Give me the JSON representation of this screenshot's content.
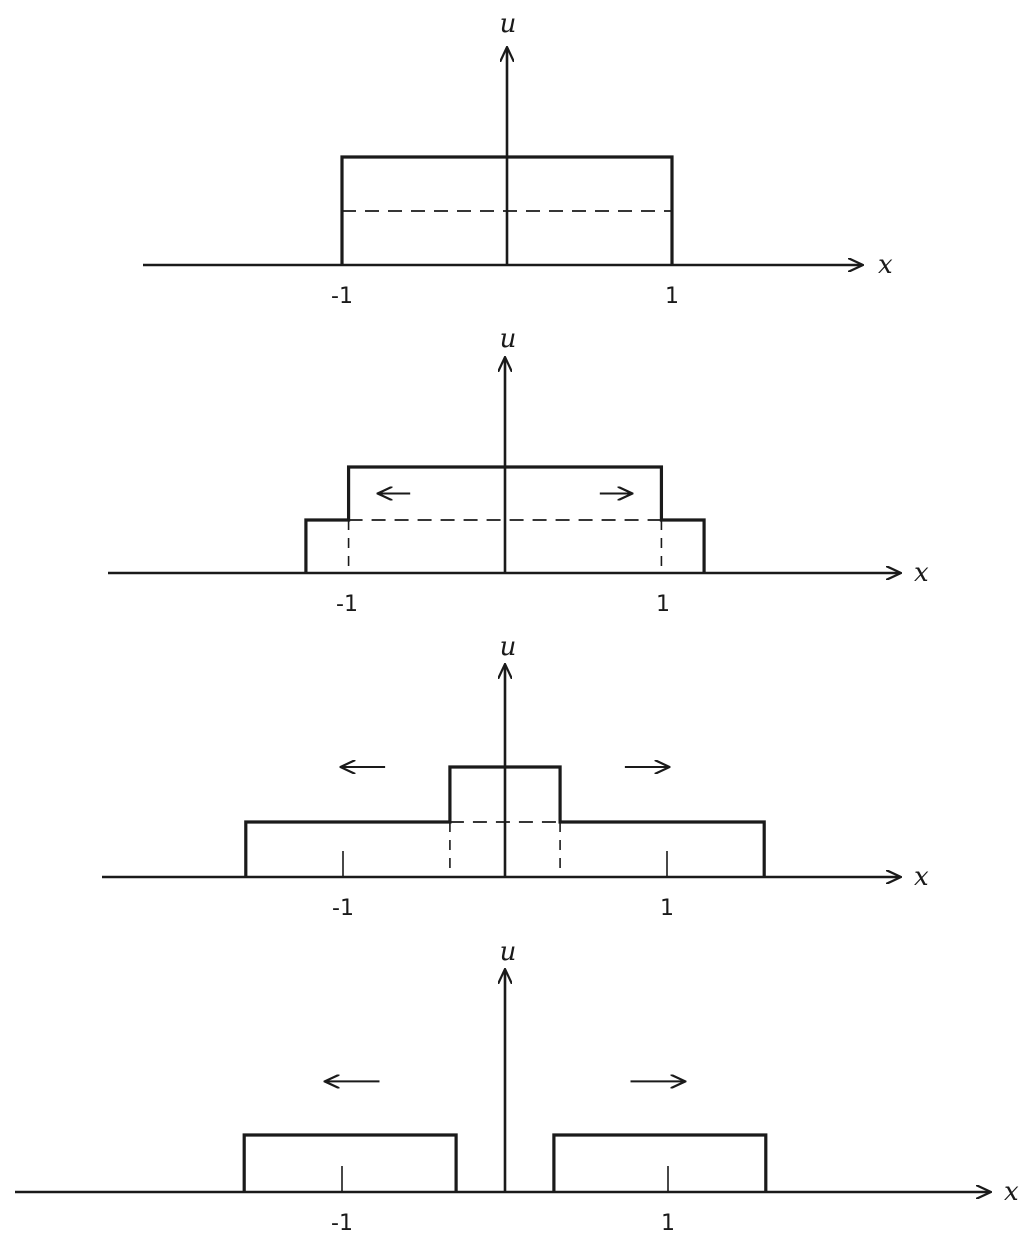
{
  "axes": {
    "horizontal_label": "x",
    "vertical_label": "u"
  },
  "panels": [
    {
      "ticks": [
        {
          "value": -1,
          "label": "-1"
        },
        {
          "value": 1,
          "label": "1"
        }
      ],
      "tick_marks": false,
      "pulse": [
        {
          "from": -1,
          "to": 1,
          "height": 1
        }
      ],
      "dashed_level": {
        "from": -1,
        "to": 1,
        "height": 0.5
      },
      "dashed_verticals": [],
      "arrows": []
    },
    {
      "ticks": [
        {
          "value": -1,
          "label": "-1"
        },
        {
          "value": 1,
          "label": "1"
        }
      ],
      "tick_marks": false,
      "pulse": [
        {
          "from": -1.26,
          "to": -0.99,
          "height": 0.5
        },
        {
          "from": -0.99,
          "to": 0.99,
          "height": 1
        },
        {
          "from": 0.99,
          "to": 1.26,
          "height": 0.5
        }
      ],
      "dashed_level": {
        "from": -0.99,
        "to": 0.99,
        "height": 0.5
      },
      "dashed_verticals": [
        -0.99,
        0.99
      ],
      "arrows": [
        {
          "direction": "left",
          "from": -0.6,
          "to": -0.8,
          "height": 0.75
        },
        {
          "direction": "right",
          "from": 0.6,
          "to": 0.8,
          "height": 0.75
        }
      ]
    },
    {
      "ticks": [
        {
          "value": -1,
          "label": "-1"
        },
        {
          "value": 1,
          "label": "1"
        }
      ],
      "tick_marks": true,
      "pulse": [
        {
          "from": -1.6,
          "to": -0.34,
          "height": 0.5
        },
        {
          "from": -0.34,
          "to": 0.34,
          "height": 1
        },
        {
          "from": 0.34,
          "to": 1.6,
          "height": 0.5
        }
      ],
      "dashed_level": {
        "from": -0.34,
        "to": 0.34,
        "height": 0.5
      },
      "dashed_verticals": [
        -0.34,
        0.34
      ],
      "arrows": [
        {
          "direction": "left",
          "from": -0.74,
          "to": -1.01,
          "height": 1
        },
        {
          "direction": "right",
          "from": 0.74,
          "to": 1.01,
          "height": 1
        }
      ]
    },
    {
      "ticks": [
        {
          "value": -1,
          "label": "-1"
        },
        {
          "value": 1,
          "label": "1"
        }
      ],
      "tick_marks": true,
      "pulse": [
        {
          "from": -1.6,
          "to": -0.3,
          "height": 0.5
        },
        {
          "from": 0.3,
          "to": 1.6,
          "height": 0.5
        }
      ],
      "dashed_level": null,
      "dashed_verticals": [],
      "arrows": [
        {
          "direction": "left",
          "from": -0.77,
          "to": -1.1,
          "height": 0.97
        },
        {
          "direction": "right",
          "from": 0.77,
          "to": 1.1,
          "height": 0.97
        }
      ]
    }
  ]
}
